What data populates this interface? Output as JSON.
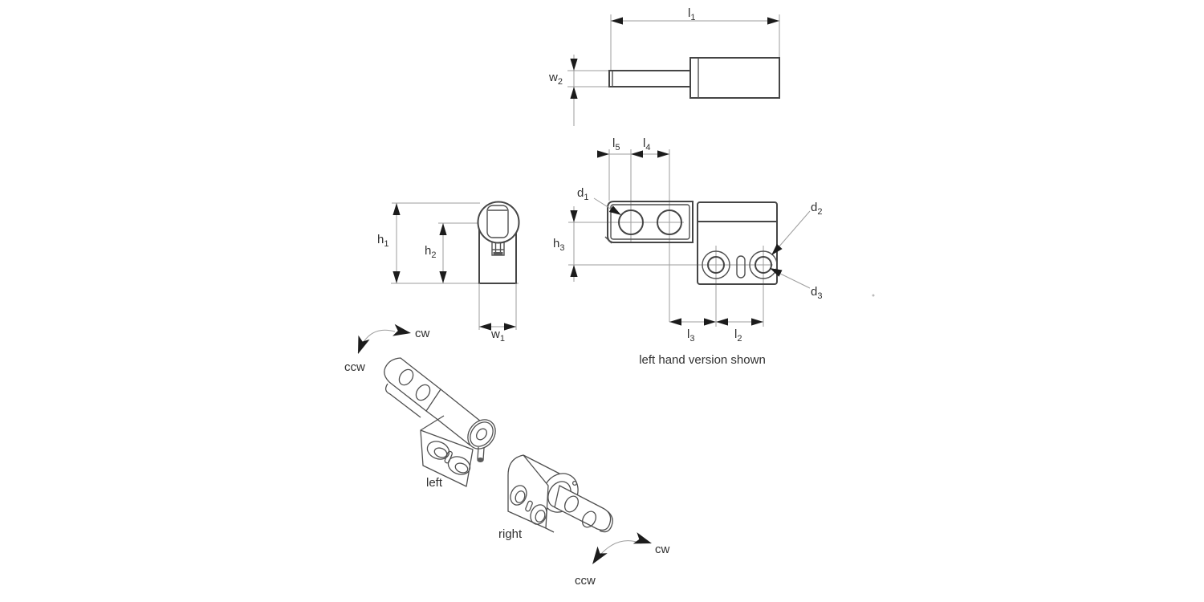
{
  "drawing": {
    "note": "left hand version shown",
    "labels": {
      "l1": {
        "base": "l",
        "sub": "1"
      },
      "w2": {
        "base": "w",
        "sub": "2"
      },
      "h1": {
        "base": "h",
        "sub": "1"
      },
      "h2": {
        "base": "h",
        "sub": "2"
      },
      "w1": {
        "base": "w",
        "sub": "1"
      },
      "l5": {
        "base": "l",
        "sub": "5"
      },
      "l4": {
        "base": "l",
        "sub": "4"
      },
      "d1": {
        "base": "d",
        "sub": "1"
      },
      "h3": {
        "base": "h",
        "sub": "3"
      },
      "d2": {
        "base": "d",
        "sub": "2"
      },
      "d3": {
        "base": "d",
        "sub": "3"
      },
      "l3": {
        "base": "l",
        "sub": "3"
      },
      "l2": {
        "base": "l",
        "sub": "2"
      }
    },
    "rotation_labels": {
      "cw": "cw",
      "ccw": "ccw"
    },
    "view_labels": {
      "left": "left",
      "right": "right"
    },
    "colors": {
      "background": "#ffffff",
      "outline": "#454545",
      "thin_line": "#9e9e9e",
      "arrow": "#1c1c1c",
      "text": "#303030"
    }
  }
}
